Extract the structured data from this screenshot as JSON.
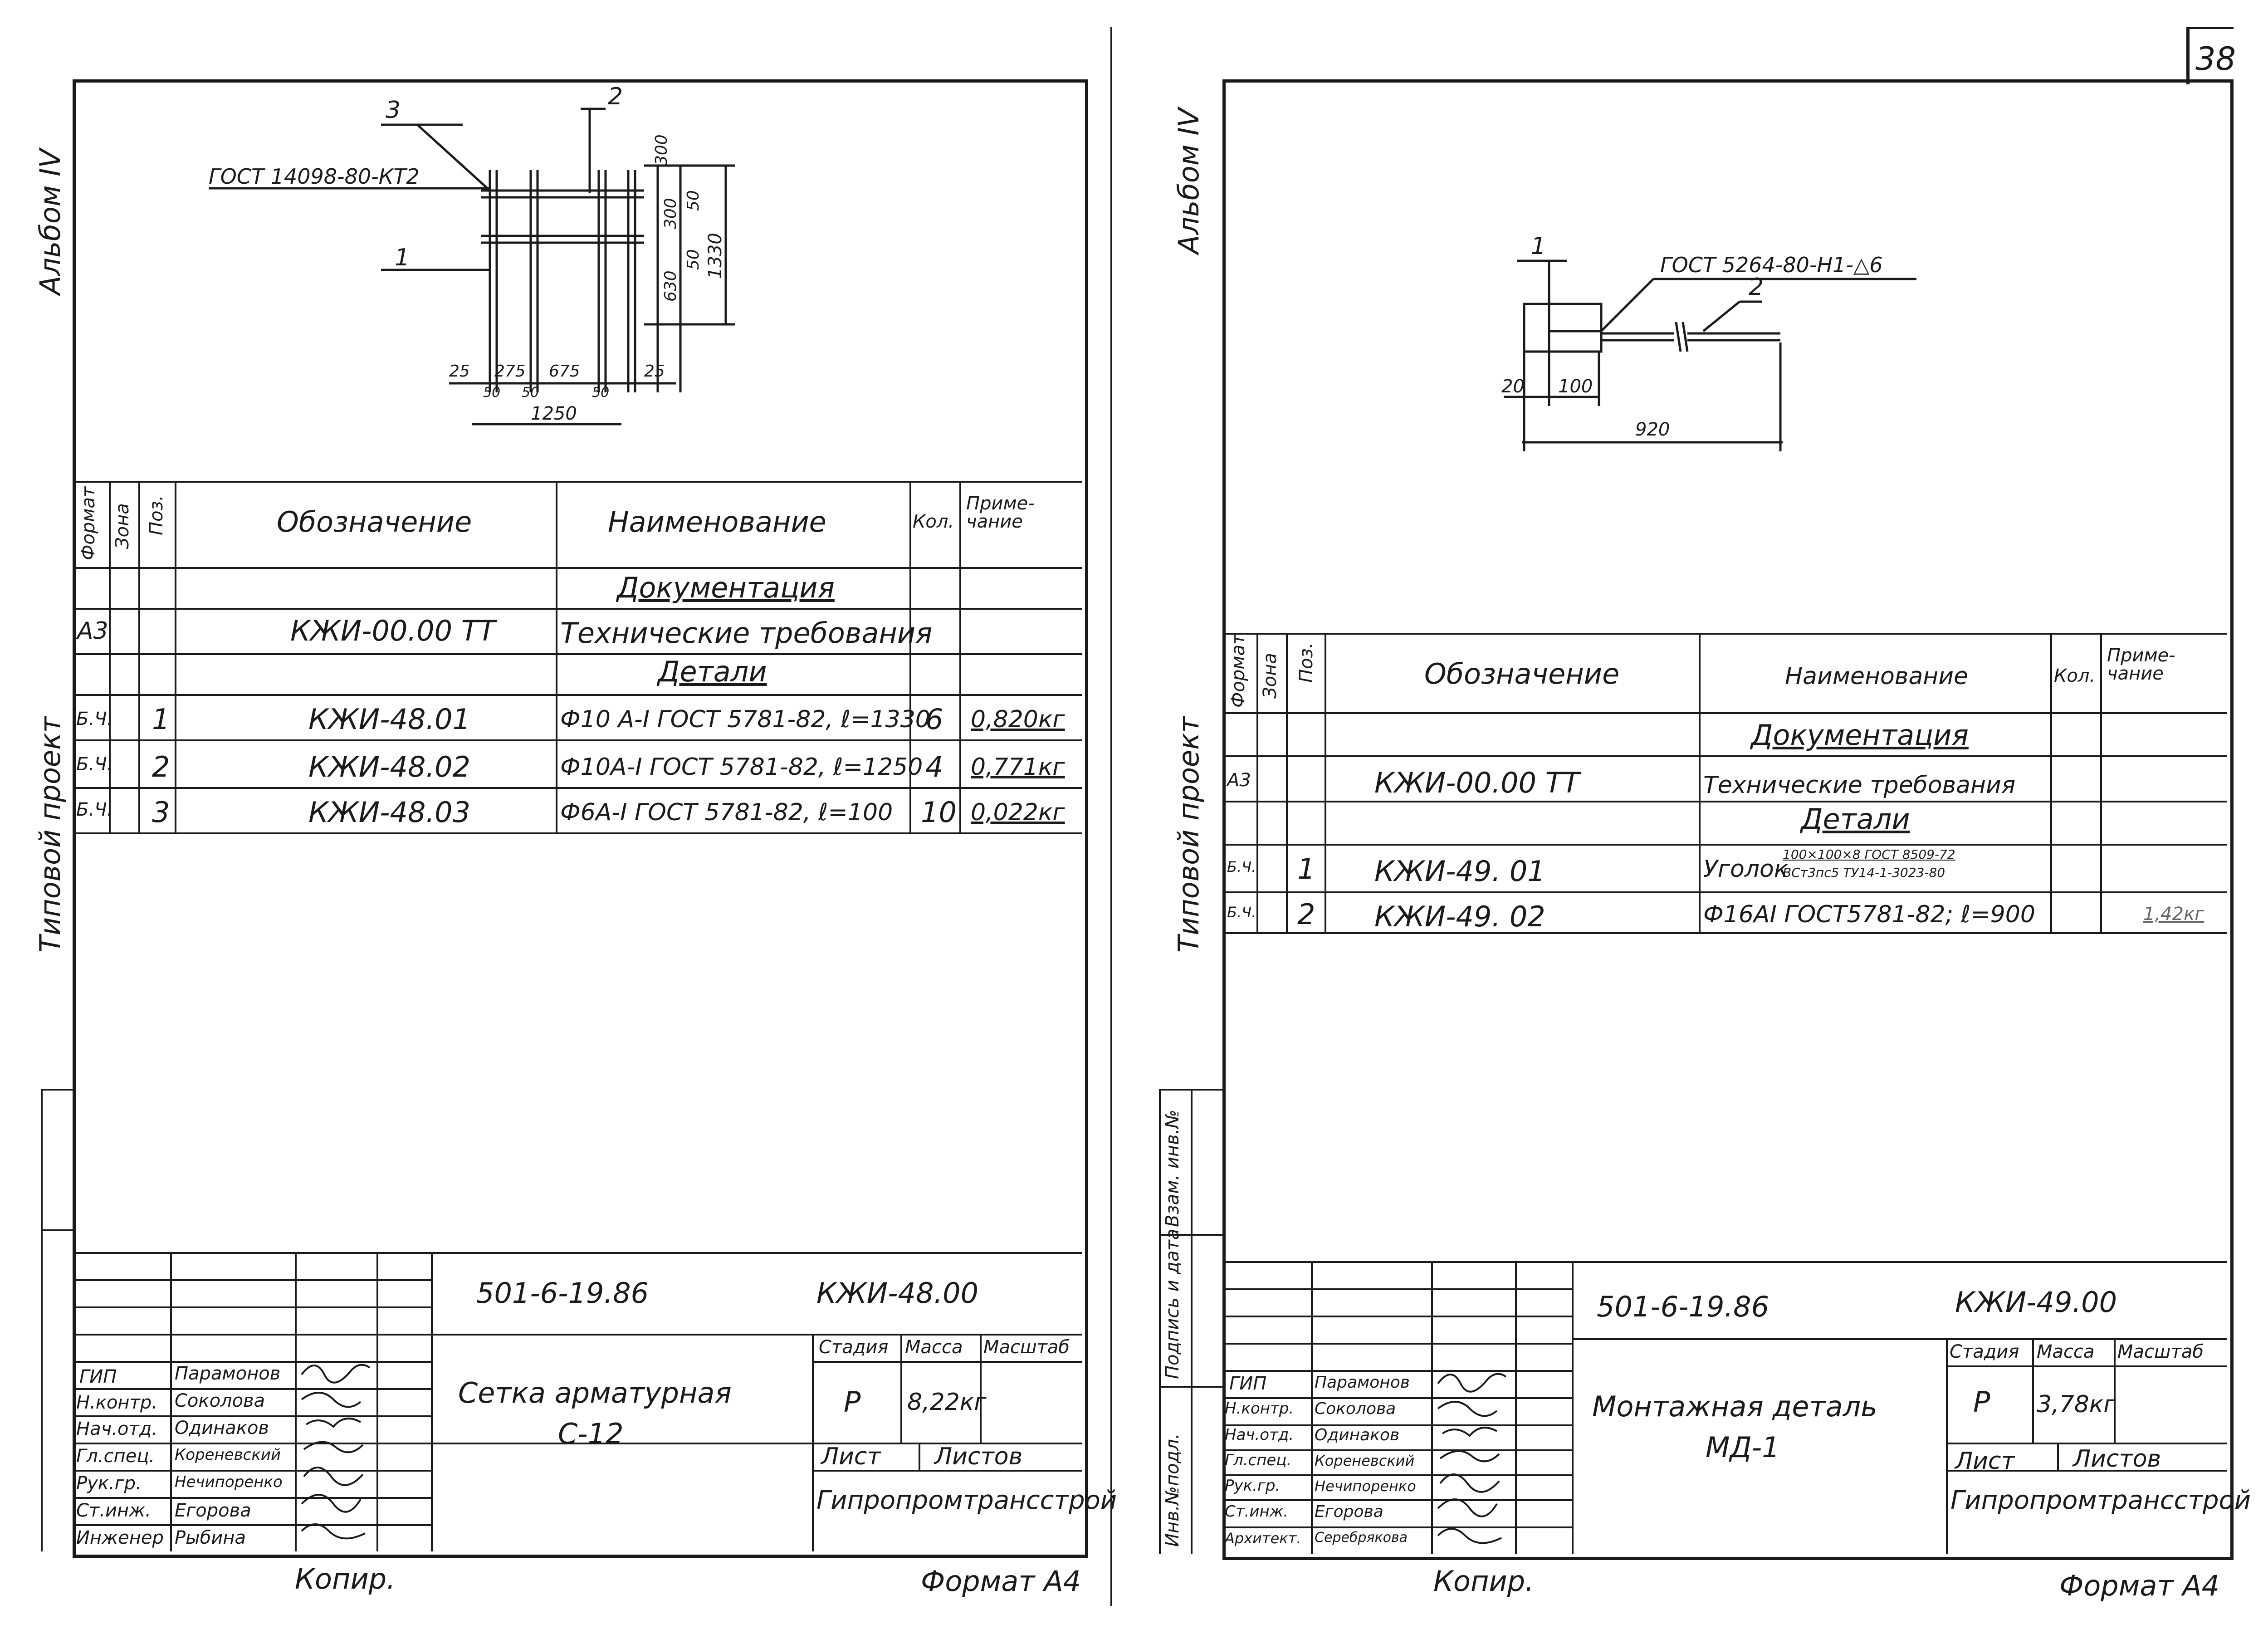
{
  "page_number": "38",
  "columns": {
    "format": "Формат",
    "zone": "Зона",
    "pos": "Поз.",
    "designation": "Обозначение",
    "name": "Наименование",
    "qty": "Кол.",
    "note": "Приме-чание"
  },
  "side": {
    "album": "Альбом IV",
    "project": "Типовой проект",
    "inv_labels": [
      "Инв.№подл.",
      "Подпись и дата",
      "Взам. инв.№"
    ]
  },
  "left": {
    "drawing": {
      "gost": "ГОСТ 14098-80-КТ2",
      "pos_labels": [
        "1",
        "2",
        "3"
      ],
      "dims": {
        "d300a": "300",
        "d50a": "50",
        "d300b": "300",
        "d50b": "50",
        "d630": "630",
        "d1330": "1330",
        "d25a": "25",
        "d275": "275",
        "d675": "675",
        "d25b": "25",
        "d50c": "50",
        "d50d": "50",
        "d50e": "50",
        "d1250": "1250"
      }
    },
    "section_docs": "Документация",
    "section_parts": "Детали",
    "rows": [
      {
        "fmt": "А3",
        "pos": "",
        "designation": "КЖИ-00.00 ТТ",
        "name": "Технические требования",
        "qty": "",
        "note": ""
      },
      {
        "fmt": "Б.Ч.",
        "pos": "1",
        "designation": "КЖИ-48.01",
        "name": "Ф10 А-I ГОСТ 5781-82, ℓ=1330",
        "qty": "6",
        "note": "0,820кг"
      },
      {
        "fmt": "Б.Ч.",
        "pos": "2",
        "designation": "КЖИ-48.02",
        "name": "Ф10А-I ГОСТ 5781-82, ℓ=1250",
        "qty": "4",
        "note": "0,771кг"
      },
      {
        "fmt": "Б.Ч.",
        "pos": "3",
        "designation": "КЖИ-48.03",
        "name": "Ф6А-I ГОСТ 5781-82, ℓ=100",
        "qty": "10",
        "note": "0,022кг"
      }
    ],
    "title_block": {
      "project_code": "501-6-19.86",
      "doc_code": "КЖИ-48.00",
      "title1": "Сетка арматурная",
      "title2": "С-12",
      "stage_label": "Стадия",
      "mass_label": "Масса",
      "scale_label": "Масштаб",
      "stage": "Р",
      "mass": "8,22кг",
      "sheet_label": "Лист",
      "sheets_label": "Листов",
      "org": "Гипропромтрансстрой",
      "staff": [
        {
          "role": "ГИП",
          "name": "Парамонов"
        },
        {
          "role": "Н.контр.",
          "name": "Соколова"
        },
        {
          "role": "Нач.отд.",
          "name": "Одинаков"
        },
        {
          "role": "Гл.спец.",
          "name": "Кореневский"
        },
        {
          "role": "Рук.гр.",
          "name": "Нечипоренко"
        },
        {
          "role": "Ст.инж.",
          "name": "Егорова"
        },
        {
          "role": "Инженер",
          "name": "Рыбина"
        }
      ]
    },
    "copy": "Копир.",
    "format": "Формат А4"
  },
  "right": {
    "drawing": {
      "gost": "ГОСТ 5264-80-Н1-△6",
      "pos_labels": [
        "1",
        "2"
      ],
      "dims": {
        "d20": "20",
        "d100": "100",
        "d920": "920"
      }
    },
    "section_docs": "Документация",
    "section_parts": "Детали",
    "rows": [
      {
        "fmt": "А3",
        "pos": "",
        "designation": "КЖИ-00.00 ТТ",
        "name": "Технические требования",
        "qty": "",
        "note": ""
      },
      {
        "fmt": "Б.Ч.",
        "pos": "1",
        "designation": "КЖИ-49. 01",
        "name": "Уголок",
        "name_top": "100×100×8 ГОСТ 8509-72",
        "name_bottom": "ВСт3пс5 ТУ14-1-3023-80",
        "qty": "",
        "note": ""
      },
      {
        "fmt": "Б.Ч.",
        "pos": "2",
        "designation": "КЖИ-49. 02",
        "name": "Ф16АI ГОСТ5781-82; ℓ=900",
        "qty": "",
        "note": "1,42кг"
      }
    ],
    "title_block": {
      "project_code": "501-6-19.86",
      "doc_code": "КЖИ-49.00",
      "title1": "Монтажная деталь",
      "title2": "МД-1",
      "stage_label": "Стадия",
      "mass_label": "Масса",
      "scale_label": "Масштаб",
      "stage": "Р",
      "mass": "3,78кг",
      "sheet_label": "Лист",
      "sheets_label": "Листов",
      "org": "Гипропромтрансстрой",
      "staff": [
        {
          "role": "ГИП",
          "name": "Парамонов"
        },
        {
          "role": "Н.контр.",
          "name": "Соколова"
        },
        {
          "role": "Нач.отд.",
          "name": "Одинаков"
        },
        {
          "role": "Гл.спец.",
          "name": "Кореневский"
        },
        {
          "role": "Рук.гр.",
          "name": "Нечипоренко"
        },
        {
          "role": "Ст.инж.",
          "name": "Егорова"
        },
        {
          "role": "Архитект.",
          "name": "Серебрякова"
        }
      ]
    },
    "copy": "Копир.",
    "format": "Формат А4"
  }
}
